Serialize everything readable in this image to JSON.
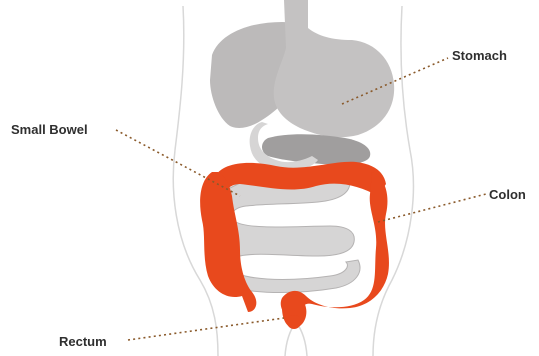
{
  "labels": {
    "stomach": "Stomach",
    "small_bowel": "Small Bowel",
    "colon": "Colon",
    "rectum": "Rectum"
  },
  "colors": {
    "colon": "#e8491d",
    "stomach": "#c4c2c2",
    "liver": "#bcbaba",
    "small_bowel": "#d6d5d5",
    "pancreas": "#a09e9e",
    "body_outline": "#d8d8d8",
    "leader_line": "#8a5a2b",
    "label_text": "#2f2f2f"
  }
}
